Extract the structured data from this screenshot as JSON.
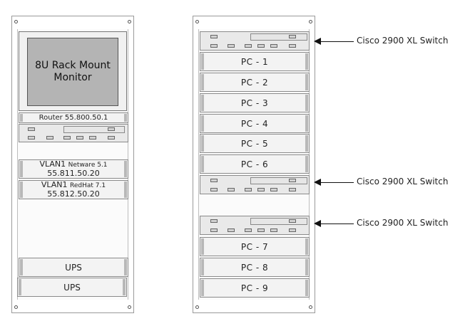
{
  "left_rack": {
    "monitor_label": "8U Rack Mount\nMonitor",
    "router_label": "Router 55.800.50.1",
    "server1": {
      "line1": "VLAN1",
      "os": "Netware 5.1",
      "ip": "55.811.50.20"
    },
    "server2": {
      "line1": "VLAN1",
      "os": "RedHat 7.1",
      "ip": "55.812.50.20"
    },
    "ups": [
      "UPS",
      "UPS"
    ]
  },
  "right_rack": {
    "pcs_top": [
      "PC - 1",
      "PC - 2",
      "PC - 3",
      "PC - 4",
      "PC - 5",
      "PC - 6"
    ],
    "pcs_bottom": [
      "PC - 7",
      "PC - 8",
      "PC - 9"
    ]
  },
  "switch_labels": [
    "Cisco 2900 XL Switch",
    "Cisco 2900 XL Switch",
    "Cisco 2900 XL Switch"
  ]
}
